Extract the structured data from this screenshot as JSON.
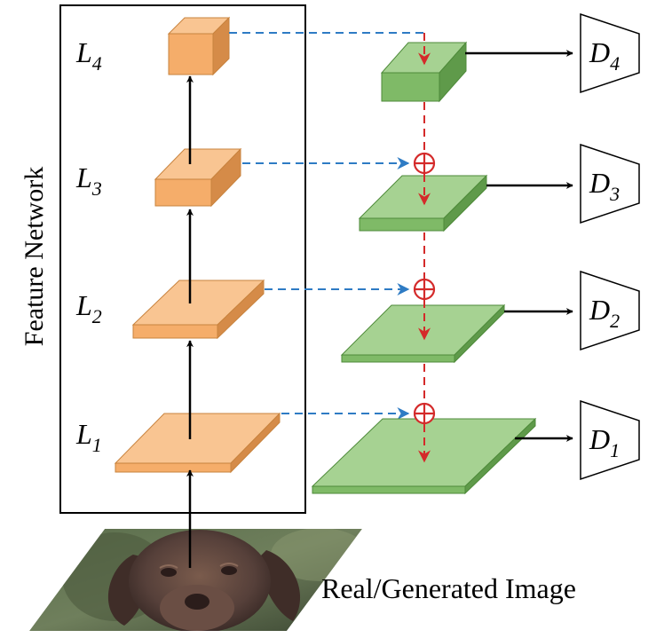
{
  "title_vertical": "Feature Network",
  "image_caption": "Real/Generated Image",
  "levels": [
    {
      "letter": "L",
      "sub": "1"
    },
    {
      "letter": "L",
      "sub": "2"
    },
    {
      "letter": "L",
      "sub": "3"
    },
    {
      "letter": "L",
      "sub": "4"
    }
  ],
  "discriminators": [
    {
      "letter": "D",
      "sub": "1"
    },
    {
      "letter": "D",
      "sub": "2"
    },
    {
      "letter": "D",
      "sub": "3"
    },
    {
      "letter": "D",
      "sub": "4"
    }
  ],
  "colors": {
    "feature_front": "#F5AD6A",
    "feature_top": "#F9C592",
    "feature_side": "#D58B48",
    "feature_edge": "#C8833E",
    "disc_front": "#7FBA67",
    "disc_top": "#A6D292",
    "disc_side": "#5F9A4A",
    "disc_edge": "#4E8A3A",
    "dashed_blue": "#2E7BC4",
    "dashed_red": "#D42A2A",
    "sum_red": "#D42A2A",
    "arrow_black": "#000000"
  },
  "icons": [
    "plus-circle-icon",
    "arrow-icon",
    "dog-photo-icon"
  ]
}
